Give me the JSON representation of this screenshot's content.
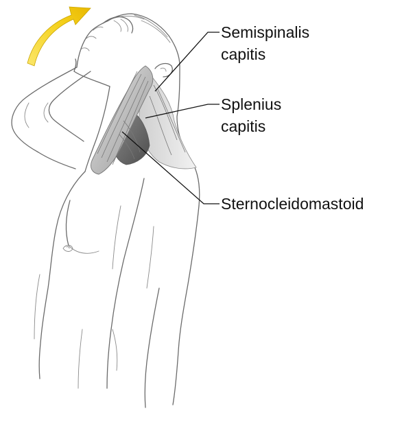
{
  "labels": {
    "semispinalis_line1": "Semispinalis",
    "semispinalis_line2": "capitis",
    "splenius_line1": "Splenius",
    "splenius_line2": "capitis",
    "sternocleidomastoid": "Sternocleidomastoid"
  },
  "colors": {
    "arrow": "#f5d21e",
    "arrow_edge": "#c9a400",
    "outline": "#6a6a6a",
    "muscle_light": "#d9d9d9",
    "muscle_dark": "#6e6e6e",
    "text": "#111111"
  },
  "arrow": {
    "icon": "curved-arrow-icon"
  }
}
